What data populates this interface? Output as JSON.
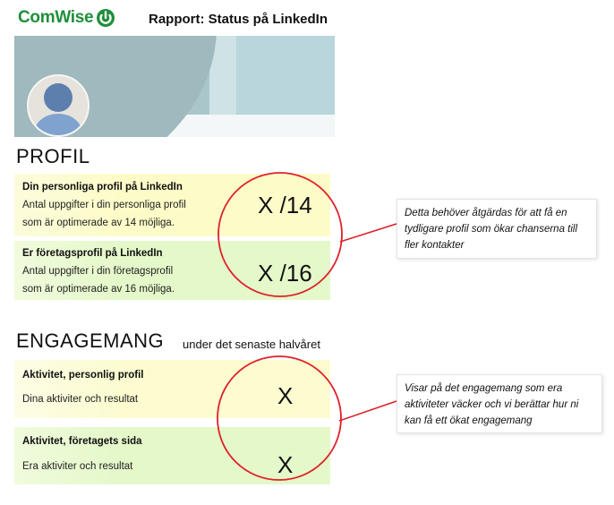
{
  "header": {
    "logo_text": "ComWise",
    "logo_icon": "comwise-power-icon",
    "title": "Rapport: Status på LinkedIn",
    "brand_color": "#1f8f3a"
  },
  "profile_section": {
    "heading": "PROFIL",
    "personal": {
      "title": "Din personliga profil på LinkedIn",
      "text_line1": "Antal uppgifter i din personliga profil",
      "text_line2": "som är optimerade av 14 möjliga.",
      "score": "X /14"
    },
    "company": {
      "title": "Er företagsprofil på LinkedIn",
      "text_line1": "Antal uppgifter i din  företagsprofil",
      "text_line2": "som är optimerade av 16 möjliga.",
      "score": "X /16"
    },
    "callout": "Detta behöver åtgärdas för att få en tydligare profil som ökar chanserna till fler kontakter"
  },
  "engagement_section": {
    "heading": "ENGAGEMANG",
    "subheading": "under det senaste  halvåret",
    "personal": {
      "title": "Aktivitet, personlig profil",
      "text": "Dina aktiviter och resultat",
      "score": "X"
    },
    "company": {
      "title": "Aktivitet, företagets sida",
      "text": "Era aktiviter och resultat",
      "score": "X"
    },
    "callout": "Visar på det engagemang som era aktiviteter väcker och vi berättar hur ni kan få ett ökat engagemang"
  },
  "colors": {
    "highlight_circle": "#e0202a",
    "yellow_box": "#fdfcc8",
    "green_box": "#e4f8c9"
  }
}
